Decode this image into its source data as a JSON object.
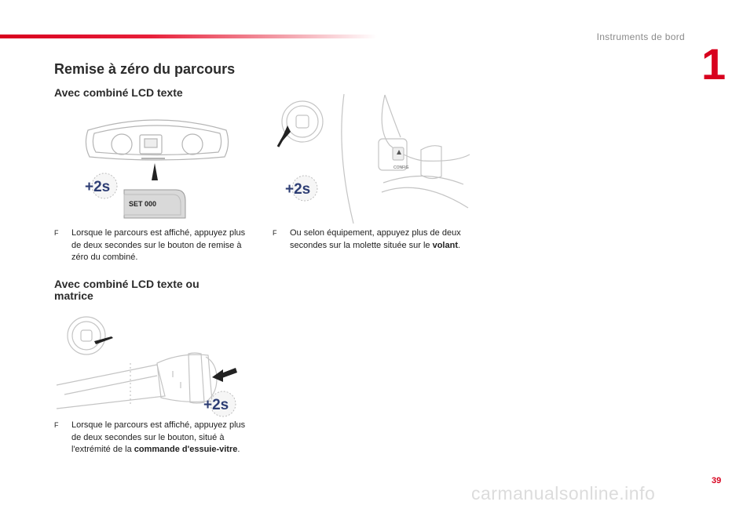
{
  "header": {
    "section": "Instruments de bord",
    "chapter": "1"
  },
  "title": "Remise à zéro du parcours",
  "subsections": [
    {
      "heading": "Avec combiné LCD texte"
    },
    {
      "heading_line1": "Avec combiné LCD texte ou",
      "heading_line2": "matrice"
    }
  ],
  "paragraphs": {
    "p1": {
      "marker": "F",
      "text": "Lorsque le parcours est affiché, appuyez plus de deux secondes sur le bouton de remise à zéro du combiné."
    },
    "p2": {
      "marker": "F",
      "text_before": "Ou selon équipement, appuyez plus de deux secondes sur la molette située sur le ",
      "bold": "volant",
      "text_after": "."
    },
    "p3": {
      "marker": "F",
      "text_before": "Lorsque le parcours est affiché, appuyez plus de deux secondes sur le bouton, situé à l'extrémité de la ",
      "bold": "commande d'essuie-vitre",
      "text_after": "."
    }
  },
  "illustrations": {
    "badge": "+2s",
    "set_button": "SET 000",
    "config_label": "CONFIG"
  },
  "footer": {
    "page_number": "39",
    "watermark": "carmanualsonline.info"
  },
  "colors": {
    "accent": "#d8001e"
  }
}
